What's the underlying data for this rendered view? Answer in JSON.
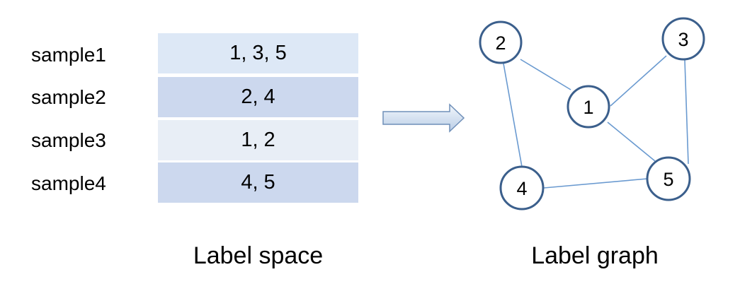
{
  "label_space": {
    "rows": [
      {
        "sample": "sample1",
        "labels": "1, 3, 5"
      },
      {
        "sample": "sample2",
        "labels": "2, 4"
      },
      {
        "sample": "sample3",
        "labels": "1, 2"
      },
      {
        "sample": "sample4",
        "labels": "4, 5"
      }
    ],
    "caption": "Label space"
  },
  "label_graph": {
    "caption": "Label graph",
    "nodes": [
      "1",
      "2",
      "3",
      "4",
      "5"
    ],
    "edges": [
      [
        "2",
        "1"
      ],
      [
        "2",
        "4"
      ],
      [
        "1",
        "3"
      ],
      [
        "1",
        "5"
      ],
      [
        "3",
        "5"
      ],
      [
        "4",
        "5"
      ]
    ]
  },
  "colors": {
    "row_1": "#dde8f6",
    "row_2": "#ccd8ee",
    "row_3": "#e8eef6",
    "row_4": "#ccd8ee",
    "node_stroke": "#3b5f8c",
    "edge": "#6a9ad0",
    "arrow_fill_light": "#f3f7fc",
    "arrow_fill_dark": "#b9cde6",
    "arrow_stroke": "#6f8fb8"
  },
  "icons": {
    "transform_arrow": "right-arrow-icon"
  }
}
